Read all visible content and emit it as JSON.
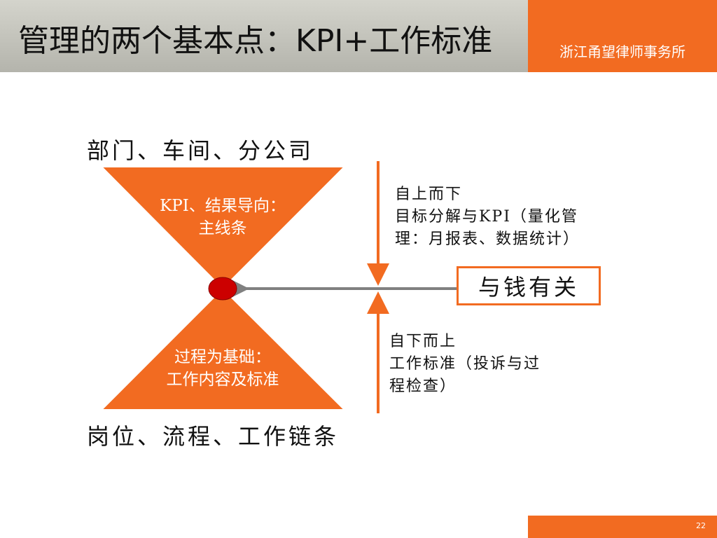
{
  "header": {
    "title": "管理的两个基本点：KPI+工作标准",
    "firm": "浙江甬望律师事务所"
  },
  "diagram": {
    "top_label": "部门、车间、分公司",
    "bottom_label": "岗位、流程、工作链条",
    "upper_triangle": {
      "line1": "KPI、结果导向：",
      "line2": "主线条"
    },
    "lower_triangle": {
      "line1": "过程为基础：",
      "line2": "工作内容及标准"
    },
    "top_down_note": {
      "line1": "自上而下",
      "line2": "目标分解与KPI（量化管",
      "line3": "理：月报表、数据统计）"
    },
    "bottom_up_note": {
      "line1": "自下而上",
      "line2": "工作标准（投诉与过",
      "line3": "程检查）"
    },
    "money_box": "与钱有关",
    "colors": {
      "accent": "#f26b21",
      "node": "#cc0000",
      "connector": "#808080"
    }
  },
  "footer": {
    "page_number": "22"
  }
}
